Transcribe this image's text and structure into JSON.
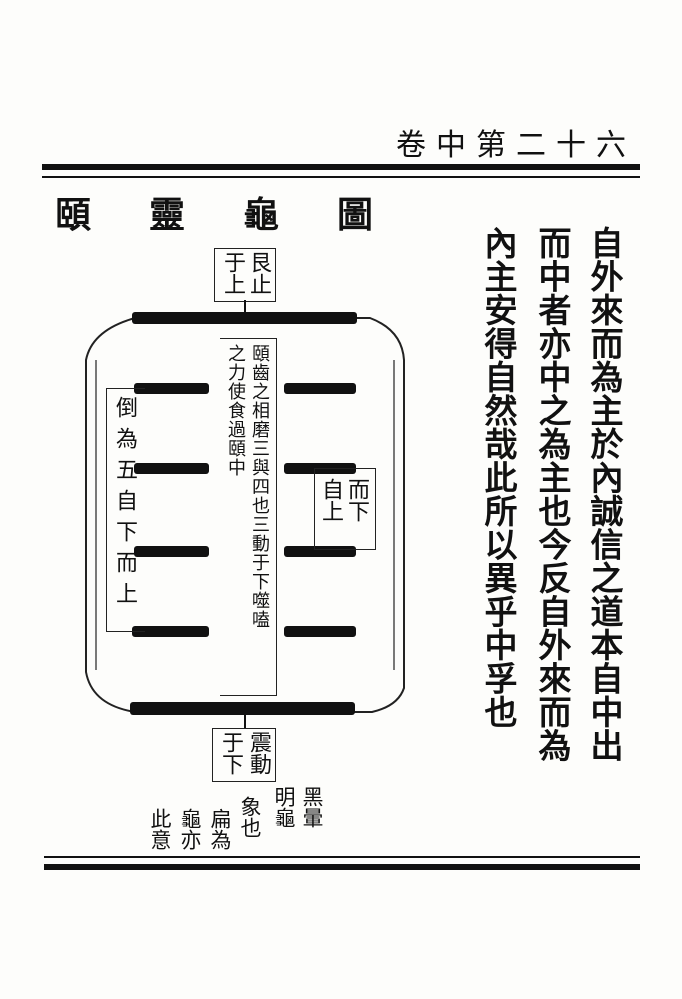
{
  "header": {
    "volume_folio": "卷中第二十六"
  },
  "diagram": {
    "title": "頤靈龜圖",
    "top_label": [
      "艮止",
      "于上"
    ],
    "bottom_label": [
      "震動",
      "于下"
    ],
    "inner_right_label": [
      "而下",
      "自上"
    ],
    "inner_left_label": "倒為五自下而上",
    "center_note": [
      "頤齒之相磨三與四也三動于下噬嗑",
      "之力使食過頤中"
    ],
    "bottom_note": [
      "黑暈",
      "明龜",
      "象也",
      "扁為",
      "龜亦",
      "此意"
    ]
  },
  "commentary": {
    "columns": [
      "自外來而為主於內誠信之道本自中出",
      "而中者亦中之為主也今反自外來而為",
      "內主安得自然哉此所以異乎中孚也"
    ]
  }
}
